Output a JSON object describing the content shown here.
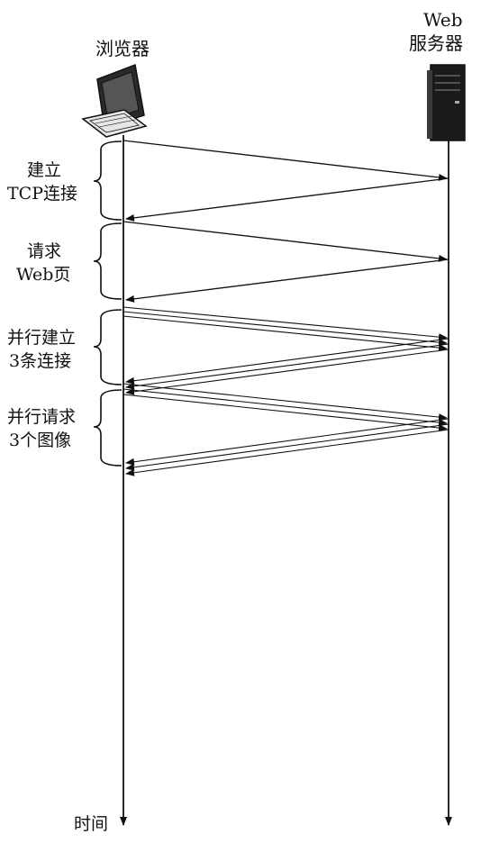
{
  "actors": {
    "browser": {
      "label": "浏览器",
      "icon": "desktop-computer-icon"
    },
    "server": {
      "label_line1": "Web",
      "label_line2": "服务器",
      "icon": "server-tower-icon"
    }
  },
  "phases": [
    {
      "line1": "建立",
      "line2": "TCP连接"
    },
    {
      "line1": "请求",
      "line2": "Web页"
    },
    {
      "line1": "并行建立",
      "line2": "3条连接"
    },
    {
      "line1": "并行请求",
      "line2": "3个图像"
    }
  ],
  "time_label": "时间",
  "colors": {
    "ink": "#111111",
    "server_body": "#1a1a1a",
    "screen": "#2a2a2a"
  }
}
